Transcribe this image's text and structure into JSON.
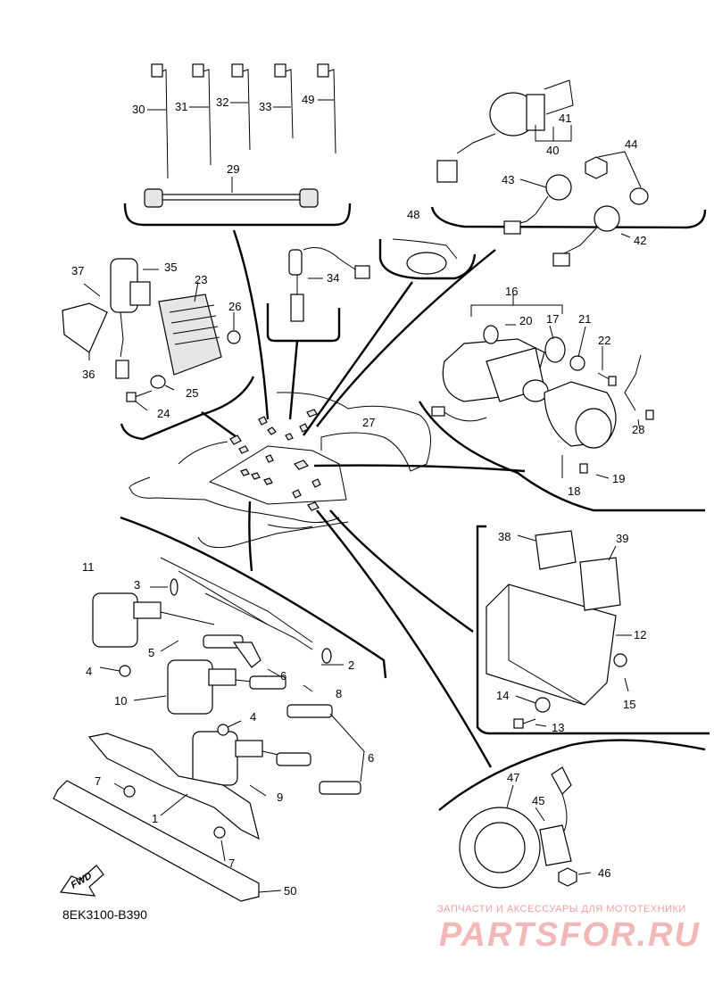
{
  "diagram_code": "8EK3100-B390",
  "fwd_label": "FWD",
  "watermark": {
    "tagline": "ЗАПЧАСТИ И АКСЕССУАРЫ ДЛЯ МОТОТЕХНИКИ",
    "brand": "PARTSFOR.RU"
  },
  "callouts": {
    "n1": "1",
    "n2": "2",
    "n3": "3",
    "n4a": "4",
    "n4b": "4",
    "n5": "5",
    "n6a": "6",
    "n6b": "6",
    "n7a": "7",
    "n7b": "7",
    "n8": "8",
    "n9": "9",
    "n10": "10",
    "n11": "11",
    "n12": "12",
    "n13": "13",
    "n14": "14",
    "n15": "15",
    "n16": "16",
    "n17": "17",
    "n18": "18",
    "n19": "19",
    "n20": "20",
    "n21": "21",
    "n22": "22",
    "n23": "23",
    "n24": "24",
    "n25": "25",
    "n26": "26",
    "n27": "27",
    "n28": "28",
    "n29": "29",
    "n30": "30",
    "n31": "31",
    "n32": "32",
    "n33": "33",
    "n34": "34",
    "n35": "35",
    "n36": "36",
    "n37": "37",
    "n38": "38",
    "n39": "39",
    "n40": "40",
    "n41": "41",
    "n42": "42",
    "n43": "43",
    "n44": "44",
    "n45": "45",
    "n46": "46",
    "n47": "47",
    "n48": "48",
    "n49": "49",
    "n50": "50"
  }
}
